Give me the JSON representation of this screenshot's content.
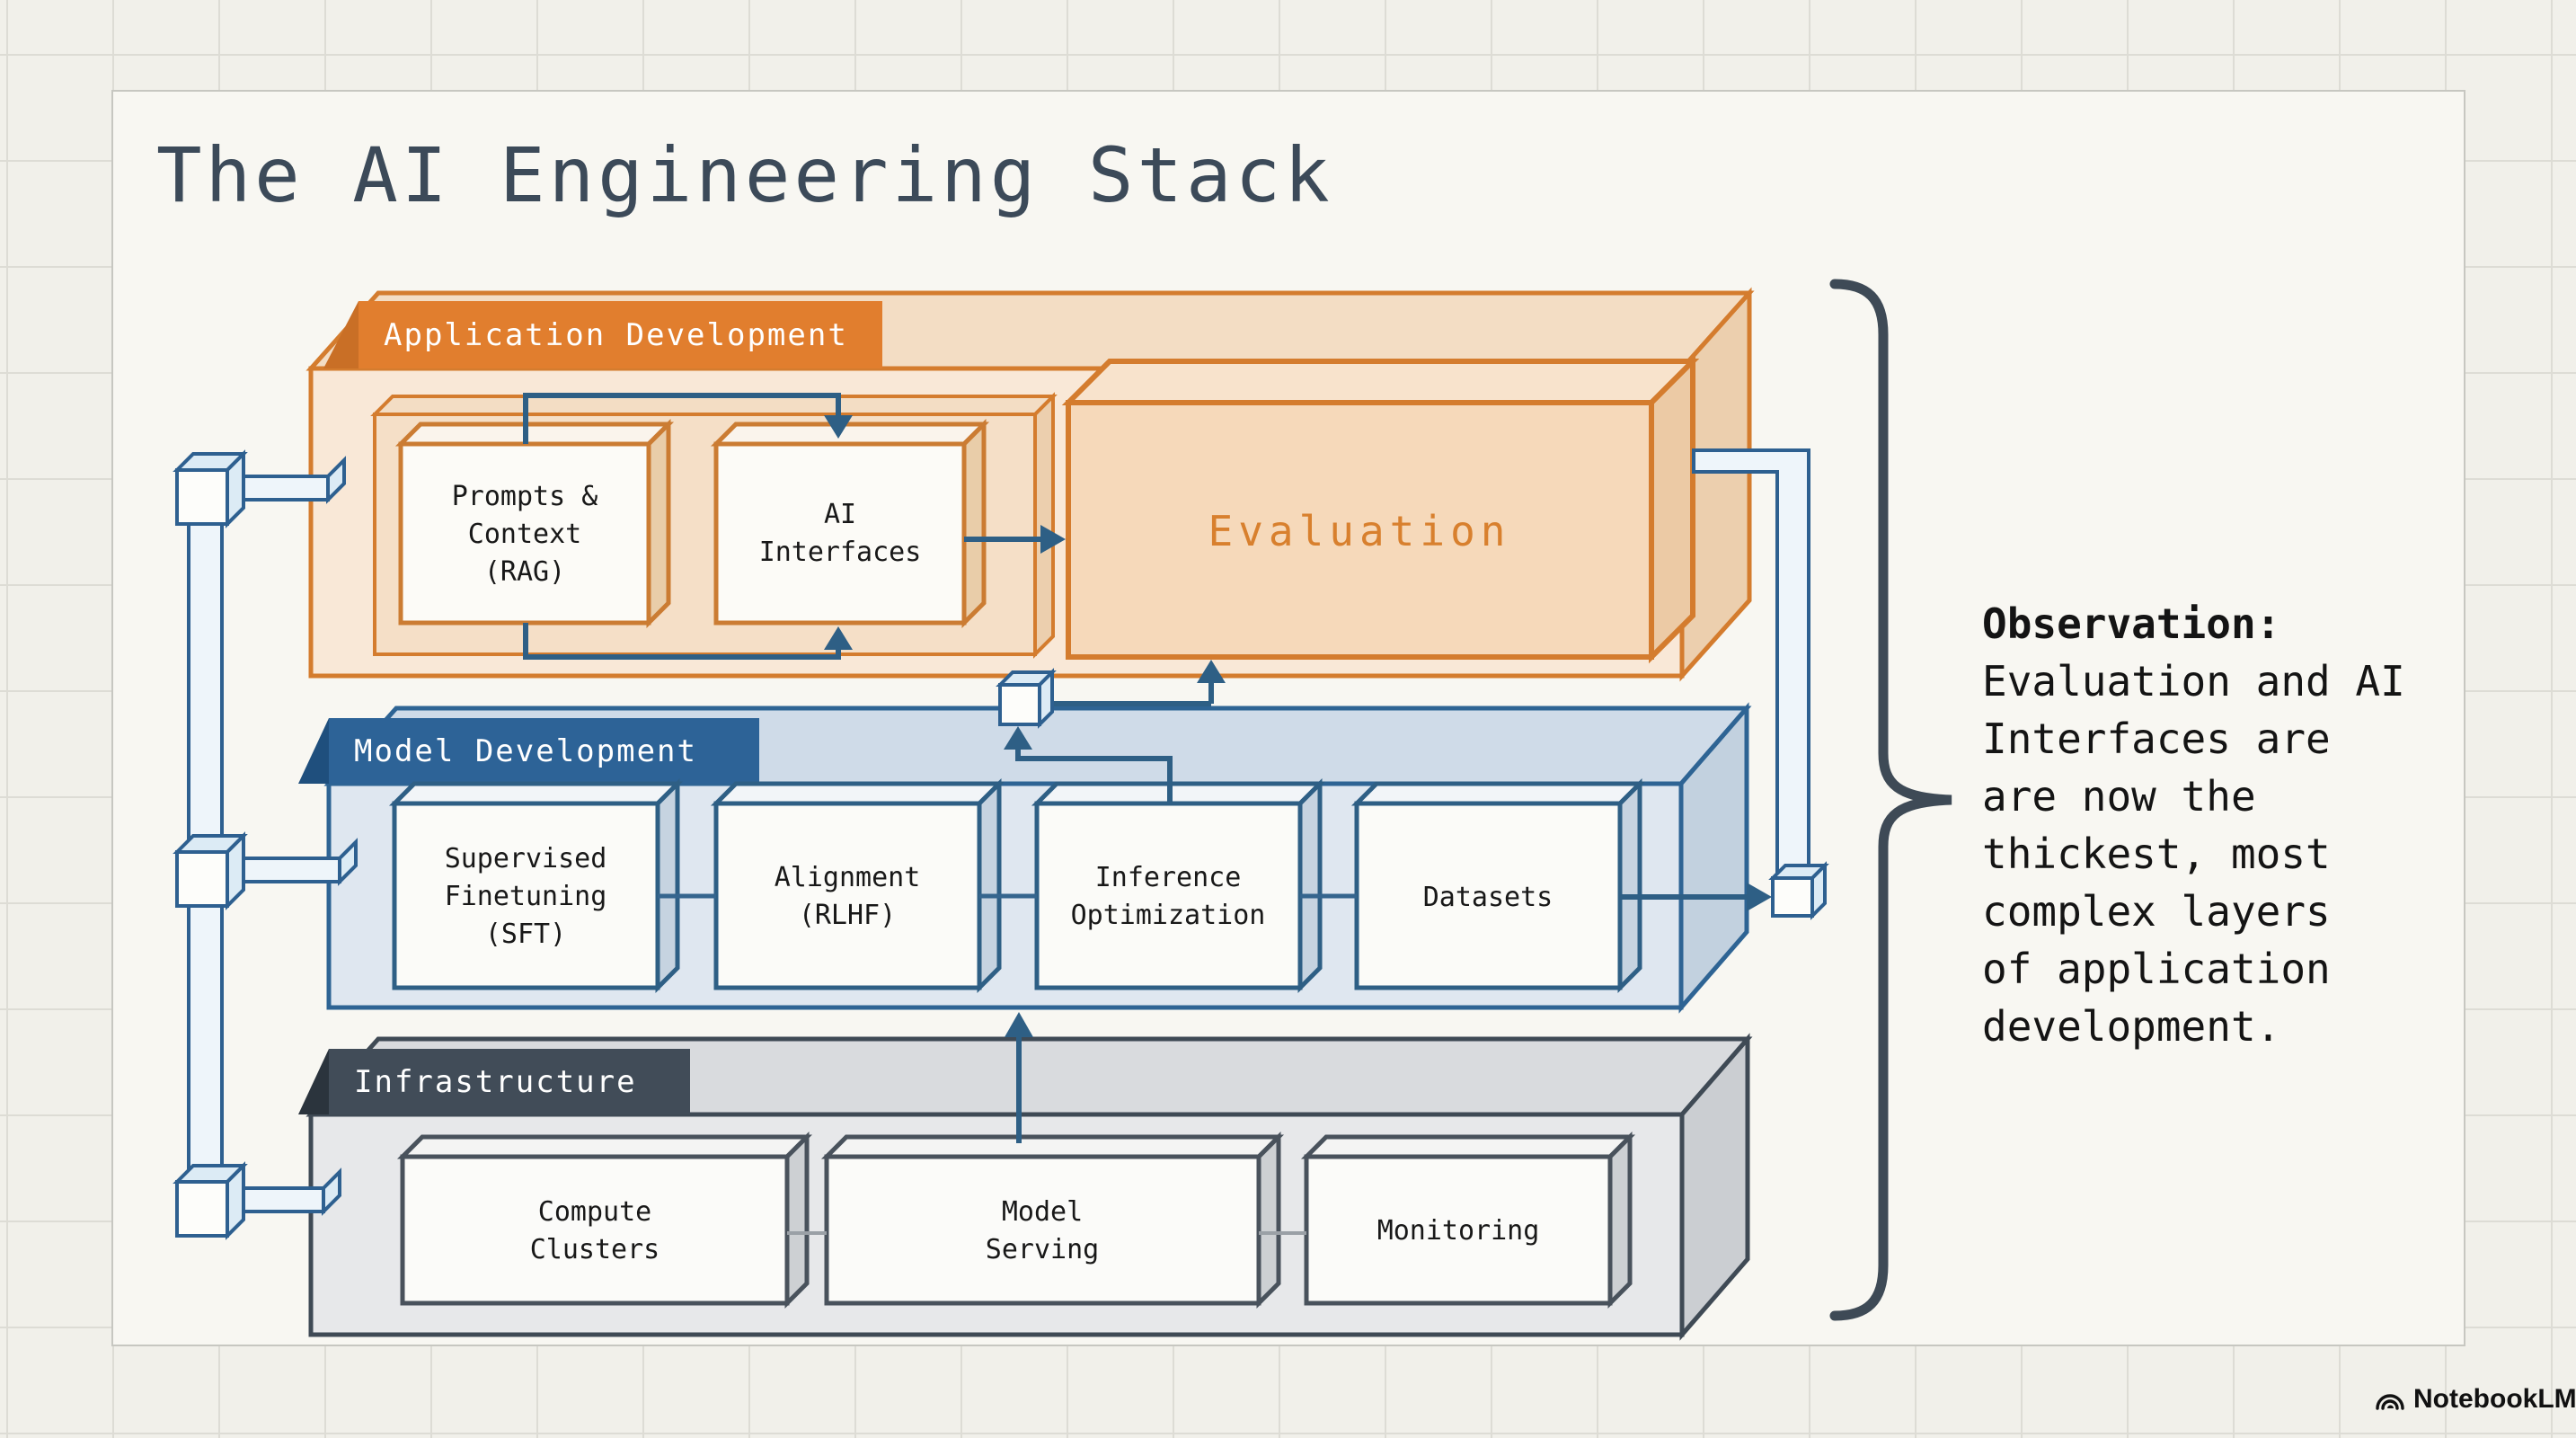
{
  "title": "The AI Engineering Stack",
  "layers": {
    "application": {
      "tab": "Application Development",
      "boxes": {
        "prompts": {
          "lines": [
            "Prompts &",
            "Context",
            "(RAG)"
          ]
        },
        "ai_interfaces": {
          "lines": [
            "AI",
            "Interfaces"
          ]
        },
        "evaluation": {
          "label": "Evaluation"
        }
      }
    },
    "model": {
      "tab": "Model Development",
      "boxes": {
        "sft": {
          "lines": [
            "Supervised",
            "Finetuning",
            "(SFT)"
          ]
        },
        "alignment": {
          "lines": [
            "Alignment",
            "(RLHF)"
          ]
        },
        "inference": {
          "lines": [
            "Inference",
            "Optimization"
          ]
        },
        "datasets": {
          "lines": [
            "Datasets"
          ]
        }
      }
    },
    "infrastructure": {
      "tab": "Infrastructure",
      "boxes": {
        "compute": {
          "lines": [
            "Compute",
            "Clusters"
          ]
        },
        "serving": {
          "lines": [
            "Model",
            "Serving"
          ]
        },
        "monitoring": {
          "lines": [
            "Monitoring"
          ]
        }
      }
    }
  },
  "observation": {
    "heading": "Observation:",
    "lines": [
      "Evaluation and AI",
      "Interfaces are",
      "are now the",
      "thickest, most",
      "complex layers",
      "of application",
      "development."
    ]
  },
  "footer": {
    "brand": "NotebookLM"
  },
  "colors": {
    "titleColor": "#3c4a59",
    "orangeTab": "#e17e2e",
    "orangeBorder": "#d47c2e",
    "orangeFront": "#f9e8d7",
    "orangeTop": "#f3ddc4",
    "orangeRight": "#eccfae",
    "orangeFrame": "#f5dfc7",
    "evalFill": "#f6d9ba",
    "evalTop": "#f8e3cc",
    "evalRight": "#eccaa5",
    "evalText": "#d8802e",
    "blueTab": "#2d6397",
    "blueBorder": "#2e6494",
    "blueFront": "#dfe7f0",
    "blueTop": "#cfdbe8",
    "blueRight": "#c2d1df",
    "slateTab": "#414c58",
    "slateBorder": "#3f4a55",
    "grayFront": "#e7e8ea",
    "grayTop": "#d9dbde",
    "grayRight": "#cbced2",
    "arrow": "#2e5f85",
    "pipeFill": "#eef5fa",
    "pipeStroke": "#2e6090",
    "pipeBevel": "#dcebf5",
    "brace": "#3e4a56"
  }
}
